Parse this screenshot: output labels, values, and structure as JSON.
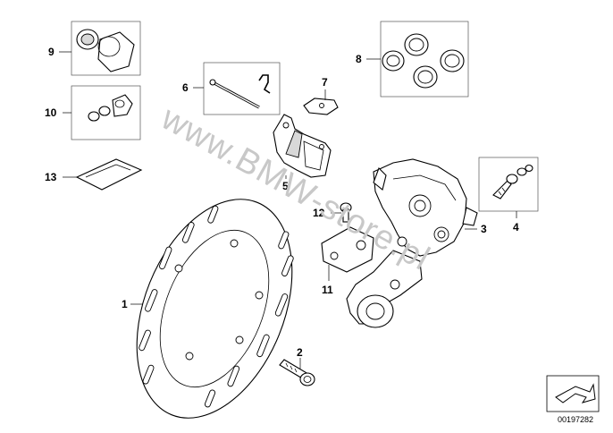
{
  "watermark": "www.BMW-store.pl",
  "diagram_code": "00197282",
  "callouts": {
    "c1": "1",
    "c2": "2",
    "c3": "3",
    "c4": "4",
    "c5": "5",
    "c6": "6",
    "c7": "7",
    "c8": "8",
    "c9": "9",
    "c10": "10",
    "c11": "11",
    "c12": "12",
    "c13": "13"
  }
}
